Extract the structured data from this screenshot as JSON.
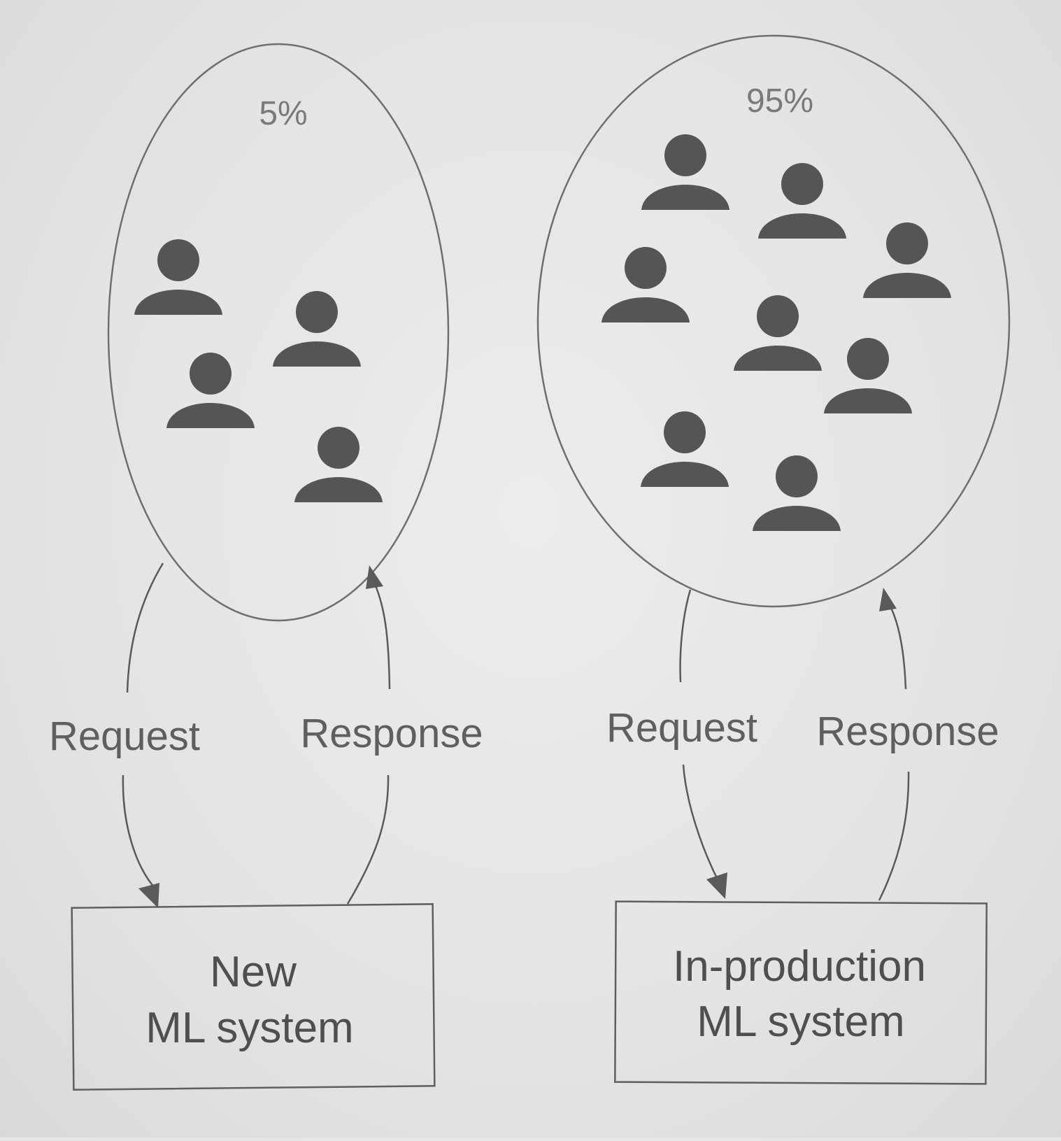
{
  "left_group": {
    "percentage": "5%",
    "request_label": "Request",
    "response_label": "Response",
    "system_line1": "New",
    "system_line2": "ML system"
  },
  "right_group": {
    "percentage": "95%",
    "request_label": "Request",
    "response_label": "Response",
    "system_line1": "In-production",
    "system_line2": "ML system"
  },
  "icons": {
    "user": "user-icon"
  },
  "colors": {
    "background": "#e6e6e6",
    "user_icon": "#555555",
    "outline": "#6f6f6f"
  }
}
